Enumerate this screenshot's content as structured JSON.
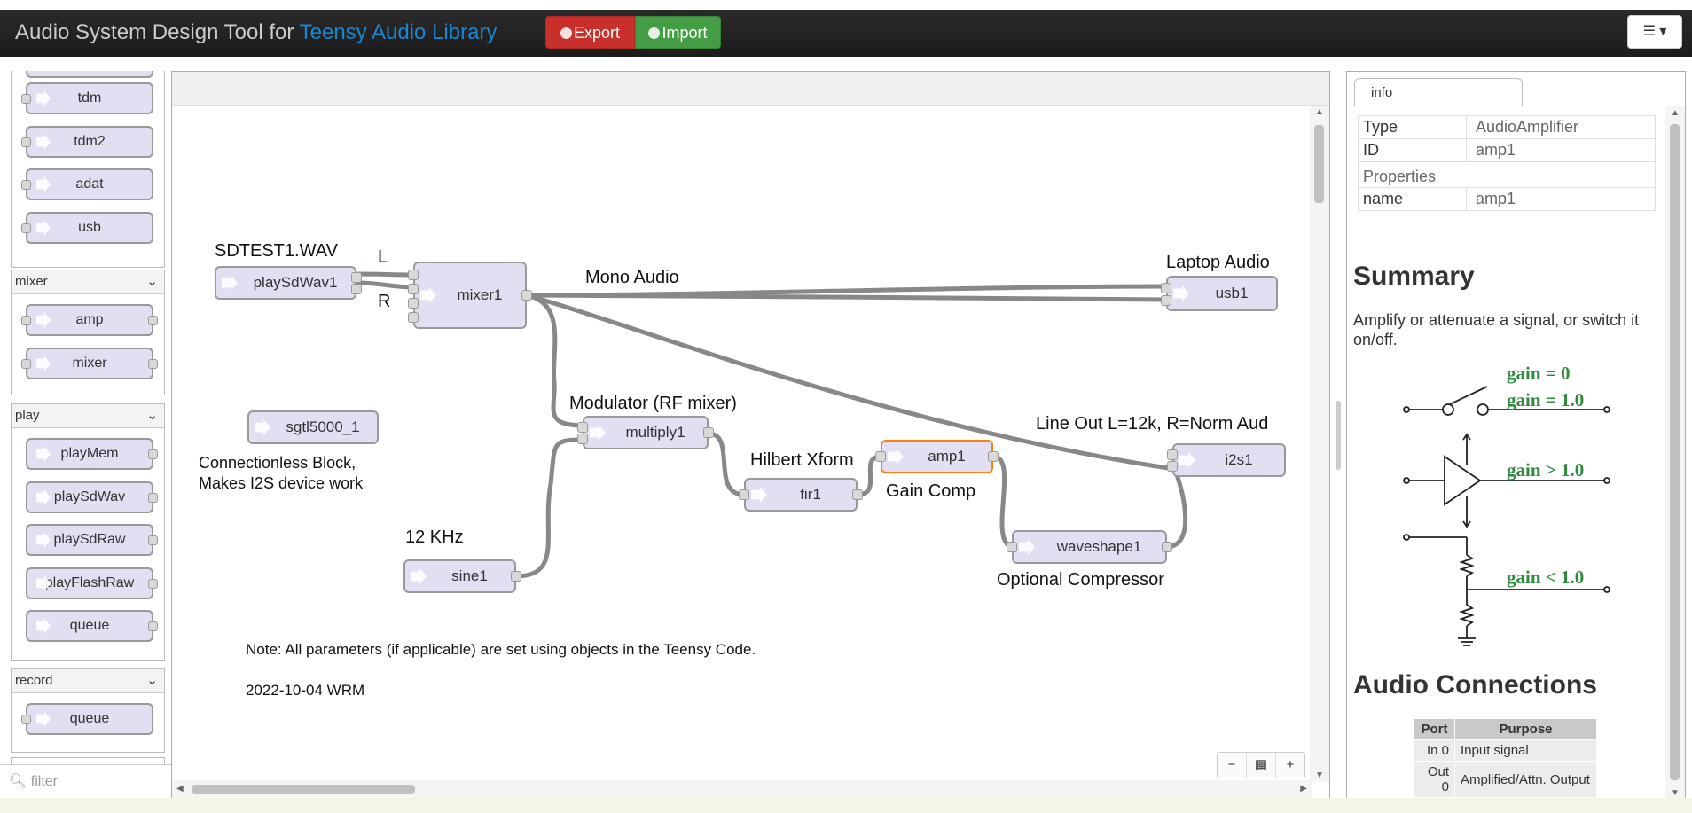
{
  "header": {
    "title_prefix": "Audio System Design Tool for ",
    "title_link": "Teensy Audio Library",
    "export_label": "Export",
    "import_label": "Import",
    "menu_icon": "bars-icon"
  },
  "palette": {
    "top_items": [
      "tdm",
      "tdm2",
      "adat",
      "usb"
    ],
    "categories": [
      {
        "name": "mixer",
        "items": [
          "amp",
          "mixer"
        ]
      },
      {
        "name": "play",
        "items": [
          "playMem",
          "playSdWav",
          "playSdRaw",
          "playFlashRaw",
          "queue"
        ]
      },
      {
        "name": "record",
        "items": [
          "queue"
        ]
      }
    ],
    "filter_placeholder": "filter"
  },
  "workspace": {
    "title": "eSSB encoder for Kenwood TS-2000 using 9600 baud modem input",
    "labels": {
      "sdtest": "SDTEST1.WAV",
      "l": "L",
      "r": "R",
      "mono_audio": "Mono Audio",
      "laptop_audio": "Laptop Audio",
      "modulator": "Modulator (RF mixer)",
      "line_out": "Line Out L=12k, R=Norm Aud",
      "connectionless_1": "Connectionless Block,",
      "connectionless_2": "Makes I2S device work",
      "hilbert": "Hilbert Xform",
      "gain_comp": "Gain Comp",
      "khz": "12 KHz",
      "optional_comp": "Optional Compressor",
      "note": "Note:  All parameters (if applicable) are set using objects in the Teensy Code.",
      "date": "2022-10-04 WRM"
    },
    "nodes": {
      "playSdWav1": "playSdWav1",
      "mixer1": "mixer1",
      "usb1": "usb1",
      "sgtl5000_1": "sgtl5000_1",
      "multiply1": "multiply1",
      "fir1": "fir1",
      "amp1": "amp1",
      "i2s1": "i2s1",
      "waveshape1": "waveshape1",
      "sine1": "sine1"
    },
    "selected_node": "amp1",
    "colors": {
      "node_fill": "#e2dff2",
      "selected_stroke": "#ff7f0e",
      "wire": "#888888"
    }
  },
  "info": {
    "tab": "info",
    "type_label": "Type",
    "type_value": "AudioAmplifier",
    "id_label": "ID",
    "id_value": "amp1",
    "properties_label": "Properties",
    "name_label": "name",
    "name_value": "amp1",
    "summary_heading": "Summary",
    "summary_text": "Amplify or attenuate a signal, or switch it on/off.",
    "gain_labels": [
      "gain = 0",
      "gain = 1.0",
      "gain > 1.0",
      "gain < 1.0"
    ],
    "connections_heading": "Audio Connections",
    "connections_headers": [
      "Port",
      "Purpose"
    ],
    "connections": [
      {
        "port": "In 0",
        "purpose": "Input signal"
      },
      {
        "port": "Out 0",
        "purpose": "Amplified/Attn. Output"
      }
    ]
  }
}
